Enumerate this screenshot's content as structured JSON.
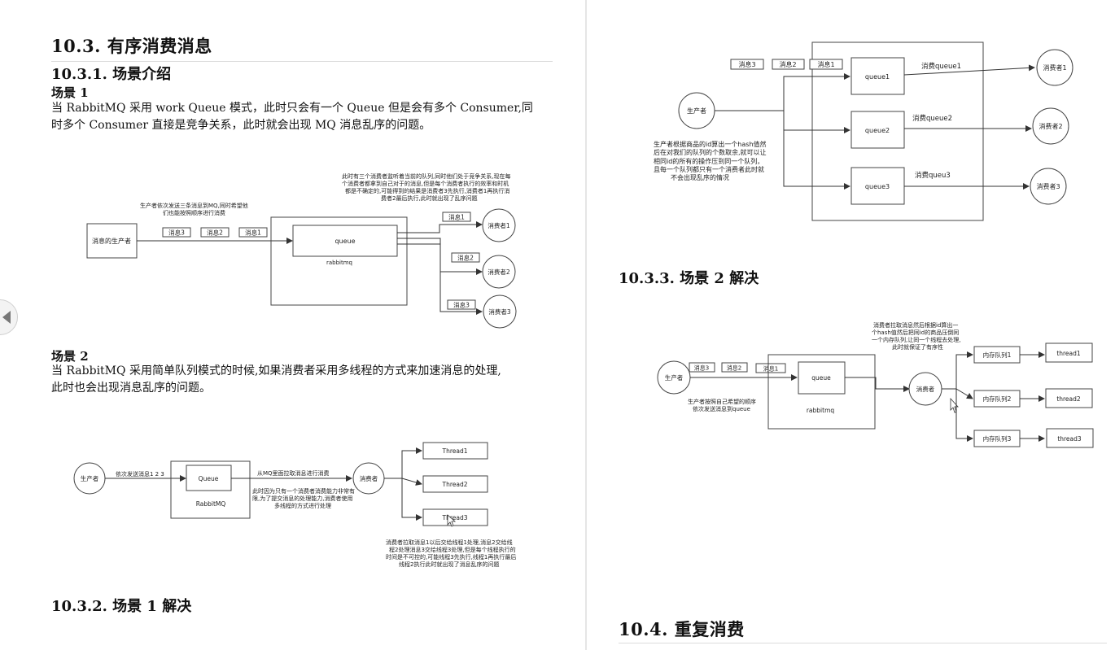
{
  "left": {
    "h_10_3": "10.3.  有序消费消息",
    "h_10_3_1": "10.3.1.  场景介绍",
    "s1_label": "场景 1",
    "s1_line1": "当 RabbitMQ 采用 work Queue 模式，此时只会有一个 Queue 但是会有多个 Consumer,同",
    "s1_line2": "时多个 Consumer 直接是竞争关系，此时就会出现 MQ 消息乱序的问题。",
    "d1": {
      "note_top_1": "此时有三个消费者监听着当前的队列,同时他们处于竞争关系,现在每",
      "note_top_2": "个消费者都拿到自己对于的消息,但是每个消费者执行的效率和时机",
      "note_top_3": "都是不确定的,可能得到的结果是消费者3先执行,消费者1再执行消",
      "note_top_4": "费者2最后执行,此时就出现了乱序问题",
      "note_left_1": "生产者依次发送三条消息到MQ,同时希望他",
      "note_left_2": "们也能按照顺序进行消费",
      "producer": "消息的生产者",
      "msg3": "消息3",
      "msg2": "消息2",
      "msg1": "消息1",
      "queue": "queue",
      "rabbitmq": "rabbitmq",
      "c_msg1": "消息1",
      "c_msg2": "消息2",
      "c_msg3": "消息3",
      "consumer1": "消费者1",
      "consumer2": "消费者2",
      "consumer3": "消费者3"
    },
    "s2_label": "场景 2",
    "s2_line1": "当 RabbitMQ 采用简单队列模式的时候,如果消费者采用多线程的方式来加速消息的处理,",
    "s2_line2": "此时也会出现消息乱序的问题。",
    "d2": {
      "producer": "生产者",
      "send_label": "依次发送消息1 2 3",
      "queue": "Queue",
      "rabbitmq": "RabbitMQ",
      "pull_label": "从MQ里面拉取消息进行消费",
      "consumer": "消费者",
      "note_mid_1": "此时因为只有一个消费者消费能力非常有",
      "note_mid_2": "限,为了提交消息的处理能力,消费者使用",
      "note_mid_3": "多线程的方式进行处理",
      "thread1": "Thread1",
      "thread2": "Thread2",
      "thread3": "Thread3",
      "note_bottom_1": "消费者拉取消息1以后交给线程1处理,消息2交给线",
      "note_bottom_2": "程2处理消息3交给线程3处理,但是每个线程执行的",
      "note_bottom_3": "时间是不可控的,可能线程3先执行,线程1再执行最后",
      "note_bottom_4": "线程2执行此时就出现了消息乱序的问题"
    },
    "h_10_3_2": "10.3.2.  场景 1 解决"
  },
  "right": {
    "d3": {
      "msg3": "消息3",
      "msg2": "消息2",
      "msg1": "消息1",
      "producer": "生产者",
      "queue1": "queue1",
      "queue2": "queue2",
      "queue3": "queue3",
      "lbl_q1": "消费queue1",
      "lbl_q2": "消费queue2",
      "lbl_q3": "消费queu3",
      "consumer1": "消费者1",
      "consumer2": "消费者2",
      "consumer3": "消费者3",
      "note_1": "生产者根据商品的id算出一个hash值然",
      "note_2": "后在对我们的队列的个数取余,就可以让",
      "note_3": "相同id的所有的操作压到同一个队列，",
      "note_4": "且每一个队列都只有一个消费者此时就",
      "note_5": "不会出现乱序的情况"
    },
    "h_10_3_3": "10.3.3.  场景 2 解决",
    "d4": {
      "note_1": "消费者拉取消息然后根据id算出一",
      "note_2": "个hash值然后把同id的商品压倒同",
      "note_3": "一个内存队列,让同一个线程去处理,",
      "note_4": "此时就保证了有序性",
      "producer": "生产者",
      "msg3": "消息3",
      "msg2": "消息2",
      "msg1": "消息1",
      "queue": "queue",
      "rabbitmq": "rabbitmq",
      "consumer": "消费者",
      "note_left_1": "生产者按照自己希望的顺序",
      "note_left_2": "依次发送消息到queue",
      "mq1": "内存队列1",
      "mq2": "内存队列2",
      "mq3": "内存队列3",
      "thread1": "thread1",
      "thread2": "thread2",
      "thread3": "thread3"
    },
    "h_10_4": "10.4.  重复消费"
  },
  "icons": {
    "prev": "prev-page-icon",
    "cursor": "mouse-cursor-icon"
  }
}
